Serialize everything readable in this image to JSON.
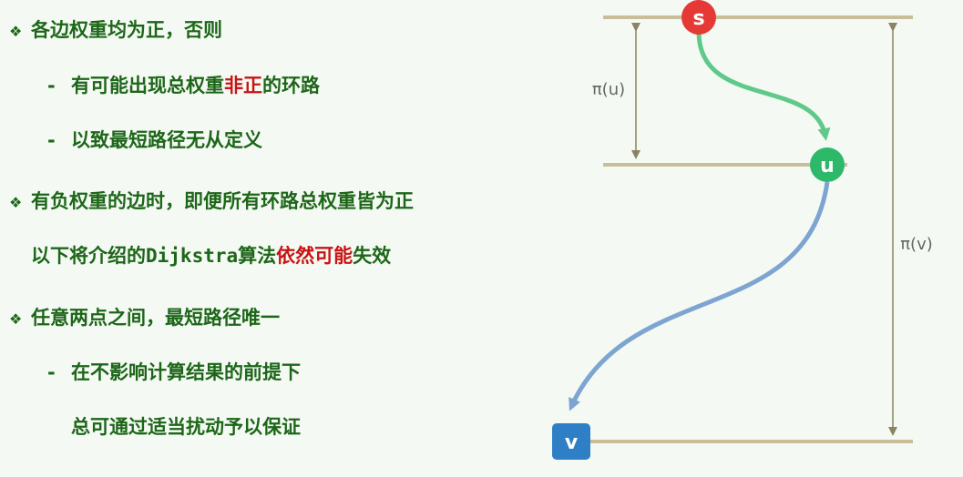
{
  "bullets": [
    {
      "id": "b1",
      "text": "各边权重均为正，否则"
    },
    {
      "id": "b1a",
      "pre": "有可能出现总权重",
      "highlight": "非正",
      "post": "的环路"
    },
    {
      "id": "b1b",
      "text": "以致最短路径无从定义"
    },
    {
      "id": "b2",
      "text": "有负权重的边时，即便所有环路总权重皆为正"
    },
    {
      "id": "b2a",
      "pre": "以下将介绍的",
      "mono": "Dijkstra",
      "mid": "算法",
      "highlight": "依然可能",
      "post": "失效"
    },
    {
      "id": "b3",
      "text": "任意两点之间，最短路径唯一"
    },
    {
      "id": "b3a",
      "text": "在不影响计算结果的前提下"
    },
    {
      "id": "b3b",
      "text": "总可通过适当扰动予以保证"
    }
  ],
  "diagram": {
    "nodes": {
      "s": "s",
      "u": "u",
      "v": "v"
    },
    "labels": {
      "pi_u": "π(u)",
      "pi_v": "π(v)"
    },
    "colors": {
      "level_line": "#c8bf9a",
      "dim_arrow": "#8a8460",
      "s_node": "#e53935",
      "u_node": "#2eb86a",
      "v_node": "#2f7fc7",
      "s_to_u_path": "#5fc98a",
      "u_to_v_path": "#7ea4d2"
    }
  }
}
